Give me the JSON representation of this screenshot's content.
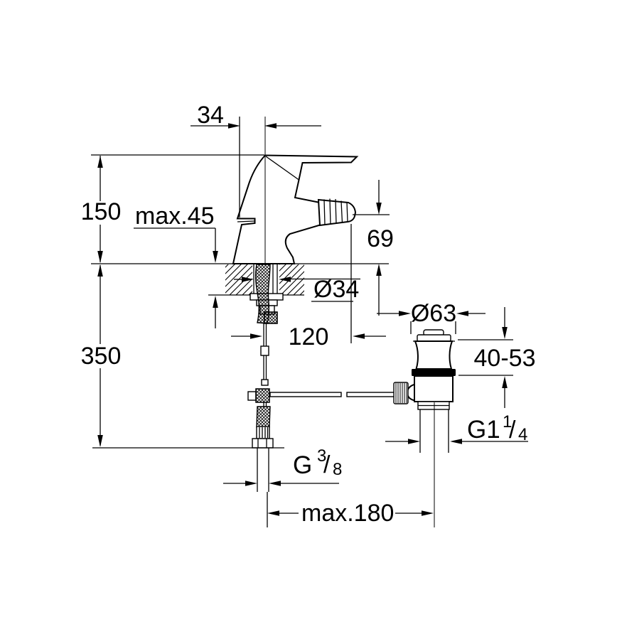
{
  "figure": {
    "background": "#ffffff",
    "line_color": "#000000"
  },
  "labels": {
    "handle_width": "34",
    "height_to_deck": "150",
    "max_deck_thickness": "max.45",
    "spout_height": "69",
    "hole_diameter": "Ø34",
    "spout_reach": "120",
    "hose_length": "350",
    "waste_flange_diameter": "Ø63",
    "waste_clamp_range": "40-53",
    "waste_thread": {
      "main": "G1",
      "sup": "1",
      "slash": "/",
      "sub": "4"
    },
    "supply_thread": {
      "main": "G",
      "sup": "3",
      "slash": "/",
      "sub": "8"
    },
    "max_rod_reach": "max.180"
  }
}
